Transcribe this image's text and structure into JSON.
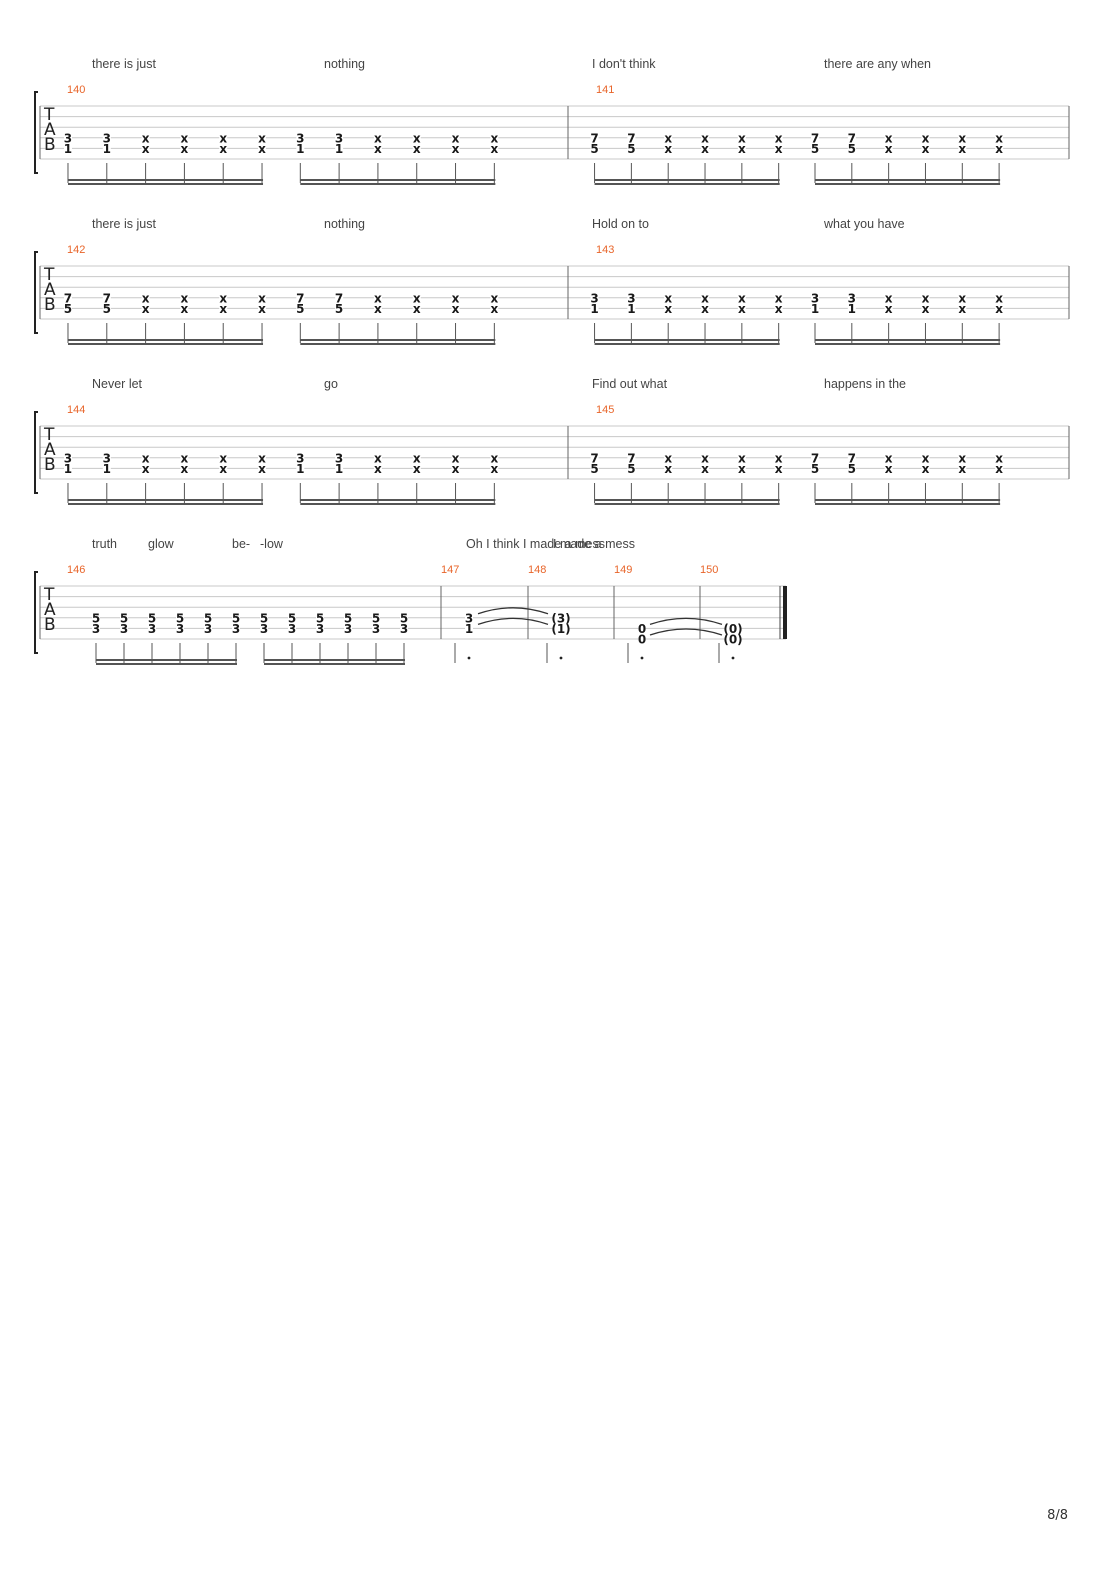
{
  "document": {
    "type": "guitar-tablature",
    "page_number": "8/8",
    "colors": {
      "measure_number": "#e8652a",
      "staff_line": "#c8c8c8",
      "note": "#1a1a1a",
      "lyric": "#444444"
    }
  },
  "systems": [
    {
      "lyrics": [
        "there is just",
        "nothing",
        "I don't think",
        "there are any when"
      ],
      "measures": [
        {
          "number": "140",
          "beats": [
            {
              "notes": {
                "4": "3",
                "5": "1"
              },
              "beam": 1
            },
            {
              "notes": {
                "4": "3",
                "5": "1"
              },
              "beam": 1
            },
            {
              "notes": {
                "4": "x",
                "5": "x"
              },
              "beam": 1
            },
            {
              "notes": {
                "4": "x",
                "5": "x"
              },
              "beam": 1
            },
            {
              "notes": {
                "4": "x",
                "5": "x"
              },
              "beam": 1
            },
            {
              "notes": {
                "4": "x",
                "5": "x"
              },
              "beam": 1
            },
            {
              "notes": {
                "4": "3",
                "5": "1"
              },
              "beam": 2
            },
            {
              "notes": {
                "4": "3",
                "5": "1"
              },
              "beam": 2
            },
            {
              "notes": {
                "4": "x",
                "5": "x"
              },
              "beam": 2
            },
            {
              "notes": {
                "4": "x",
                "5": "x"
              },
              "beam": 2
            },
            {
              "notes": {
                "4": "x",
                "5": "x"
              },
              "beam": 2
            },
            {
              "notes": {
                "4": "x",
                "5": "x"
              },
              "beam": 2
            }
          ]
        },
        {
          "number": "141",
          "beats": [
            {
              "notes": {
                "4": "7",
                "5": "5"
              },
              "beam": 1
            },
            {
              "notes": {
                "4": "7",
                "5": "5"
              },
              "beam": 1
            },
            {
              "notes": {
                "4": "x",
                "5": "x"
              },
              "beam": 1
            },
            {
              "notes": {
                "4": "x",
                "5": "x"
              },
              "beam": 1
            },
            {
              "notes": {
                "4": "x",
                "5": "x"
              },
              "beam": 1
            },
            {
              "notes": {
                "4": "x",
                "5": "x"
              },
              "beam": 1
            },
            {
              "notes": {
                "4": "7",
                "5": "5"
              },
              "beam": 2
            },
            {
              "notes": {
                "4": "7",
                "5": "5"
              },
              "beam": 2
            },
            {
              "notes": {
                "4": "x",
                "5": "x"
              },
              "beam": 2
            },
            {
              "notes": {
                "4": "x",
                "5": "x"
              },
              "beam": 2
            },
            {
              "notes": {
                "4": "x",
                "5": "x"
              },
              "beam": 2
            },
            {
              "notes": {
                "4": "x",
                "5": "x"
              },
              "beam": 2
            }
          ]
        }
      ]
    },
    {
      "lyrics": [
        "there is just",
        "nothing",
        "Hold on to",
        "what you have"
      ],
      "measures": [
        {
          "number": "142",
          "beats": [
            {
              "notes": {
                "4": "7",
                "5": "5"
              },
              "beam": 1
            },
            {
              "notes": {
                "4": "7",
                "5": "5"
              },
              "beam": 1
            },
            {
              "notes": {
                "4": "x",
                "5": "x"
              },
              "beam": 1
            },
            {
              "notes": {
                "4": "x",
                "5": "x"
              },
              "beam": 1
            },
            {
              "notes": {
                "4": "x",
                "5": "x"
              },
              "beam": 1
            },
            {
              "notes": {
                "4": "x",
                "5": "x"
              },
              "beam": 1
            },
            {
              "notes": {
                "4": "7",
                "5": "5"
              },
              "beam": 2
            },
            {
              "notes": {
                "4": "7",
                "5": "5"
              },
              "beam": 2
            },
            {
              "notes": {
                "4": "x",
                "5": "x"
              },
              "beam": 2
            },
            {
              "notes": {
                "4": "x",
                "5": "x"
              },
              "beam": 2
            },
            {
              "notes": {
                "4": "x",
                "5": "x"
              },
              "beam": 2
            },
            {
              "notes": {
                "4": "x",
                "5": "x"
              },
              "beam": 2
            }
          ]
        },
        {
          "number": "143",
          "beats": [
            {
              "notes": {
                "4": "3",
                "5": "1"
              },
              "beam": 1
            },
            {
              "notes": {
                "4": "3",
                "5": "1"
              },
              "beam": 1
            },
            {
              "notes": {
                "4": "x",
                "5": "x"
              },
              "beam": 1
            },
            {
              "notes": {
                "4": "x",
                "5": "x"
              },
              "beam": 1
            },
            {
              "notes": {
                "4": "x",
                "5": "x"
              },
              "beam": 1
            },
            {
              "notes": {
                "4": "x",
                "5": "x"
              },
              "beam": 1
            },
            {
              "notes": {
                "4": "3",
                "5": "1"
              },
              "beam": 2
            },
            {
              "notes": {
                "4": "3",
                "5": "1"
              },
              "beam": 2
            },
            {
              "notes": {
                "4": "x",
                "5": "x"
              },
              "beam": 2
            },
            {
              "notes": {
                "4": "x",
                "5": "x"
              },
              "beam": 2
            },
            {
              "notes": {
                "4": "x",
                "5": "x"
              },
              "beam": 2
            },
            {
              "notes": {
                "4": "x",
                "5": "x"
              },
              "beam": 2
            }
          ]
        }
      ]
    },
    {
      "lyrics": [
        "Never let",
        "go",
        "Find out what",
        "happens in the"
      ],
      "measures": [
        {
          "number": "144",
          "beats": [
            {
              "notes": {
                "4": "3",
                "5": "1"
              },
              "beam": 1
            },
            {
              "notes": {
                "4": "3",
                "5": "1"
              },
              "beam": 1
            },
            {
              "notes": {
                "4": "x",
                "5": "x"
              },
              "beam": 1
            },
            {
              "notes": {
                "4": "x",
                "5": "x"
              },
              "beam": 1
            },
            {
              "notes": {
                "4": "x",
                "5": "x"
              },
              "beam": 1
            },
            {
              "notes": {
                "4": "x",
                "5": "x"
              },
              "beam": 1
            },
            {
              "notes": {
                "4": "3",
                "5": "1"
              },
              "beam": 2
            },
            {
              "notes": {
                "4": "3",
                "5": "1"
              },
              "beam": 2
            },
            {
              "notes": {
                "4": "x",
                "5": "x"
              },
              "beam": 2
            },
            {
              "notes": {
                "4": "x",
                "5": "x"
              },
              "beam": 2
            },
            {
              "notes": {
                "4": "x",
                "5": "x"
              },
              "beam": 2
            },
            {
              "notes": {
                "4": "x",
                "5": "x"
              },
              "beam": 2
            }
          ]
        },
        {
          "number": "145",
          "beats": [
            {
              "notes": {
                "4": "7",
                "5": "5"
              },
              "beam": 1
            },
            {
              "notes": {
                "4": "7",
                "5": "5"
              },
              "beam": 1
            },
            {
              "notes": {
                "4": "x",
                "5": "x"
              },
              "beam": 1
            },
            {
              "notes": {
                "4": "x",
                "5": "x"
              },
              "beam": 1
            },
            {
              "notes": {
                "4": "x",
                "5": "x"
              },
              "beam": 1
            },
            {
              "notes": {
                "4": "x",
                "5": "x"
              },
              "beam": 1
            },
            {
              "notes": {
                "4": "7",
                "5": "5"
              },
              "beam": 2
            },
            {
              "notes": {
                "4": "7",
                "5": "5"
              },
              "beam": 2
            },
            {
              "notes": {
                "4": "x",
                "5": "x"
              },
              "beam": 2
            },
            {
              "notes": {
                "4": "x",
                "5": "x"
              },
              "beam": 2
            },
            {
              "notes": {
                "4": "x",
                "5": "x"
              },
              "beam": 2
            },
            {
              "notes": {
                "4": "x",
                "5": "x"
              },
              "beam": 2
            }
          ]
        }
      ]
    },
    {
      "lyrics": [
        "truth",
        "glow",
        "be-",
        "-low",
        "Oh I think I made a mess",
        "I made a mess"
      ],
      "measures": [
        {
          "number": "146",
          "beats": [
            {
              "notes": {
                "4": "5",
                "5": "3"
              },
              "beam": 1
            },
            {
              "notes": {
                "4": "5",
                "5": "3"
              },
              "beam": 1
            },
            {
              "notes": {
                "4": "5",
                "5": "3"
              },
              "beam": 1
            },
            {
              "notes": {
                "4": "5",
                "5": "3"
              },
              "beam": 1
            },
            {
              "notes": {
                "4": "5",
                "5": "3"
              },
              "beam": 1
            },
            {
              "notes": {
                "4": "5",
                "5": "3"
              },
              "beam": 1
            },
            {
              "notes": {
                "4": "5",
                "5": "3"
              },
              "beam": 2
            },
            {
              "notes": {
                "4": "5",
                "5": "3"
              },
              "beam": 2
            },
            {
              "notes": {
                "4": "5",
                "5": "3"
              },
              "beam": 2
            },
            {
              "notes": {
                "4": "5",
                "5": "3"
              },
              "beam": 2
            },
            {
              "notes": {
                "4": "5",
                "5": "3"
              },
              "beam": 2
            },
            {
              "notes": {
                "4": "5",
                "5": "3"
              },
              "beam": 2
            }
          ]
        },
        {
          "number": "147",
          "beats": [
            {
              "notes": {
                "4": "3",
                "5": "1"
              },
              "dotted": true
            }
          ]
        },
        {
          "number": "148",
          "beats": [
            {
              "notes": {
                "4": "(3)",
                "5": "(1)"
              },
              "dotted": true
            }
          ]
        },
        {
          "number": "149",
          "beats": [
            {
              "notes": {
                "5": "0",
                "6": "0"
              },
              "dotted": true
            }
          ]
        },
        {
          "number": "150",
          "beats": [
            {
              "notes": {
                "5": "(0)",
                "6": "(0)"
              },
              "dotted": true
            }
          ]
        }
      ],
      "ties": [
        {
          "from_measure": "147",
          "to_measure": "148",
          "strings": [
            "4",
            "5"
          ]
        },
        {
          "from_measure": "149",
          "to_measure": "150",
          "strings": [
            "5",
            "6"
          ]
        }
      ]
    }
  ]
}
